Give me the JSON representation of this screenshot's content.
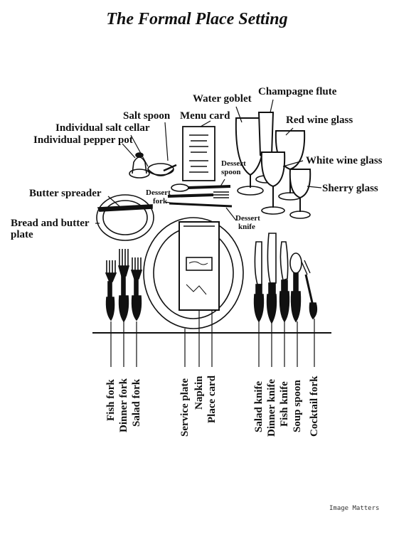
{
  "title": "The Formal Place Setting",
  "credit": "Image Matters",
  "top_labels": {
    "water_goblet": "Water goblet",
    "champagne_flute": "Champagne flute",
    "red_wine_glass": "Red wine glass",
    "white_wine_glass": "White wine glass",
    "sherry_glass": "Sherry glass",
    "salt_spoon": "Salt spoon",
    "menu_card": "Menu card",
    "individual_salt_cellar": "Individual salt cellar",
    "individual_pepper_pot": "Individual pepper pot",
    "butter_spreader": "Butter spreader",
    "bread_and_butter_plate_line1": "Bread and butter",
    "bread_and_butter_plate_line2": "plate",
    "dessert_spoon_line1": "Dessert",
    "dessert_spoon_line2": "spoon",
    "dessert_fork_line1": "Dessert",
    "dessert_fork_line2": "fork",
    "dessert_knife_line1": "Dessert",
    "dessert_knife_line2": "knife"
  },
  "bottom_labels": [
    "Fish fork",
    "Dinner fork",
    "Salad fork",
    "Service plate",
    "Napkin",
    "Place card",
    "Salad knife",
    "Dinner knife",
    "Fish knife",
    "Soup spoon",
    "Cocktail fork"
  ]
}
